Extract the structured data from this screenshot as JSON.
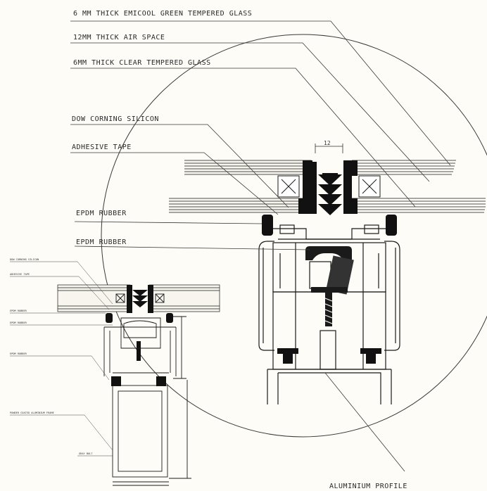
{
  "callouts": {
    "outer_glass": "6 MM THICK EMICOOL GREEN TEMPERED GLASS",
    "air_space": "12MM THICK AIR SPACE",
    "inner_glass": "6MM THICK CLEAR TEMPERED GLASS",
    "silicone": "DOW CORNING SILICON",
    "tape": "ADHESIVE TAPE",
    "rubber_1": "EPDM RUBBER",
    "rubber_2": "EPDM RUBBER",
    "profile": "ALUMINIUM PROFILE"
  },
  "dimension": "12",
  "small_view": {
    "labels": [
      "DOW CORNING SILICON",
      "ADHESIVE TAPE",
      "EPDM RUBBER",
      "EPDM RUBBER",
      "EPDM RUBBER",
      "POWDER COATED ALUMINIUM FRAME",
      "GRAY BOLT"
    ]
  },
  "colors": {
    "ink": "#1a1a1a",
    "paper": "#fdfcf7",
    "line": "#555555"
  }
}
